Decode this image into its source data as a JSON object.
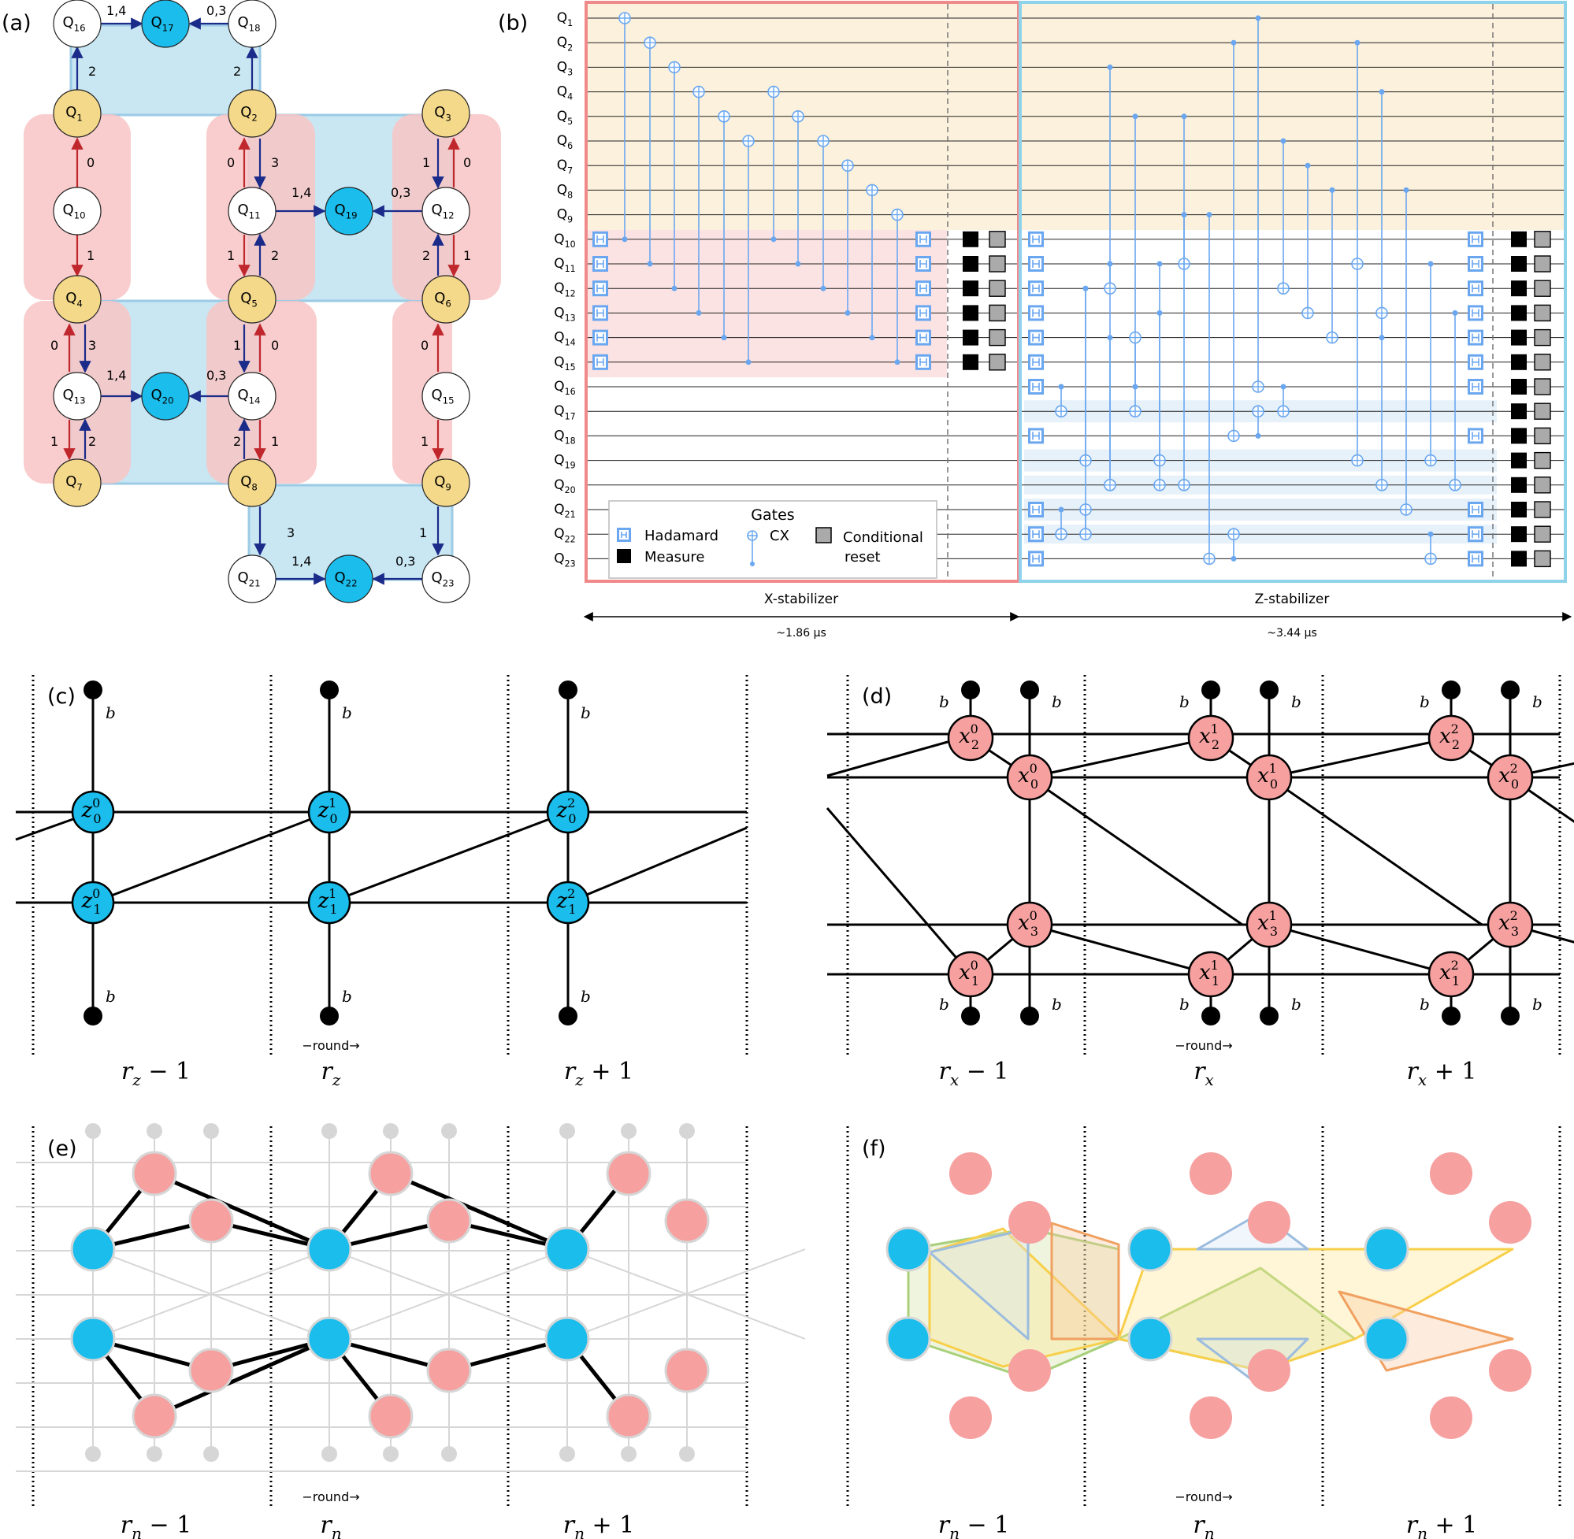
{
  "panel_labels": {
    "a": "(a)",
    "b": "(b)",
    "c": "(c)",
    "d": "(d)",
    "e": "(e)",
    "f": "(f)"
  },
  "lattice": {
    "qubits": [
      {
        "id": "16",
        "kind": "flag"
      },
      {
        "id": "17",
        "kind": "z"
      },
      {
        "id": "18",
        "kind": "flag"
      },
      {
        "id": "1",
        "kind": "data"
      },
      {
        "id": "2",
        "kind": "data"
      },
      {
        "id": "3",
        "kind": "data"
      },
      {
        "id": "10",
        "kind": "flag"
      },
      {
        "id": "11",
        "kind": "flag"
      },
      {
        "id": "19",
        "kind": "z"
      },
      {
        "id": "12",
        "kind": "flag"
      },
      {
        "id": "4",
        "kind": "data"
      },
      {
        "id": "5",
        "kind": "data"
      },
      {
        "id": "6",
        "kind": "data"
      },
      {
        "id": "13",
        "kind": "flag"
      },
      {
        "id": "20",
        "kind": "z"
      },
      {
        "id": "14",
        "kind": "flag"
      },
      {
        "id": "15",
        "kind": "flag"
      },
      {
        "id": "7",
        "kind": "data"
      },
      {
        "id": "8",
        "kind": "data"
      },
      {
        "id": "9",
        "kind": "data"
      },
      {
        "id": "21",
        "kind": "flag"
      },
      {
        "id": "22",
        "kind": "z"
      },
      {
        "id": "23",
        "kind": "flag"
      }
    ],
    "edge_labels": {
      "e16_17": "1,4",
      "e18_17": "0,3",
      "e1_16": "2",
      "e2_18": "2",
      "e10_1": "0",
      "e10_4": "1",
      "e11_2": "0",
      "e2_11": "3",
      "e3_12": "1",
      "e12_3": "0",
      "e11_19": "1,4",
      "e12_19": "0,3",
      "e11_5": "1",
      "e5_11": "2",
      "e6_12": "2",
      "e12_6": "1",
      "e13_4": "0",
      "e4_13": "3",
      "e5_14": "1",
      "e14_5": "0",
      "e15_9": "0",
      "e13_20": "1,4",
      "e14_20": "0,3",
      "e13_7": "1",
      "e7_13": "2",
      "e8_14": "2",
      "e14_8": "1",
      "e15_9b": "1",
      "e8_21": "3",
      "e9_23": "1",
      "e21_22": "1,4",
      "e23_22": "0,3"
    },
    "colors": {
      "data": "#f5d98a",
      "z_ancilla": "#1bbdec",
      "flag": "#ffffff",
      "x_plaquette": "#f8c4c4",
      "z_plaquette": "#c9e6f3",
      "red_arrow": "#c0272d",
      "blue_arrow": "#1b2b8a"
    }
  },
  "circuit": {
    "wires": [
      "Q1",
      "Q2",
      "Q3",
      "Q4",
      "Q5",
      "Q6",
      "Q7",
      "Q8",
      "Q9",
      "Q10",
      "Q11",
      "Q12",
      "Q13",
      "Q14",
      "Q15",
      "Q16",
      "Q17",
      "Q18",
      "Q19",
      "Q20",
      "Q21",
      "Q22",
      "Q23"
    ],
    "x_stabilizer_label": "X-stabilizer",
    "z_stabilizer_label": "Z-stabilizer",
    "x_duration": "~1.86 µs",
    "z_duration": "~3.44 µs",
    "legend": {
      "title": "Gates",
      "hadamard": "Hadamard",
      "measure": "Measure",
      "cx": "CX",
      "reset_line1": "Conditional",
      "reset_line2": "reset"
    },
    "colors": {
      "x_border": "#f08a8a",
      "z_border": "#8fd3ea",
      "data_band": "#fcf1dc",
      "x_band": "#fce3e3",
      "z_band": "#e7f1fa",
      "gate": "#6aa7f0"
    }
  },
  "graphs": {
    "c": {
      "round_labels": [
        "r_z − 1",
        "r_z",
        "r_z + 1"
      ],
      "round_caption": "−round→",
      "node_prefix": "z",
      "boundary_label": "b"
    },
    "d": {
      "round_labels": [
        "r_x − 1",
        "r_x",
        "r_x + 1"
      ],
      "round_caption": "−round→",
      "node_prefix": "x",
      "boundary_label": "b"
    },
    "e": {
      "round_labels": [
        "r_n − 1",
        "r_n",
        "r_n + 1"
      ],
      "round_caption": "−round→"
    },
    "f": {
      "round_labels": [
        "r_n − 1",
        "r_n",
        "r_n + 1"
      ],
      "round_caption": "−round→"
    }
  }
}
